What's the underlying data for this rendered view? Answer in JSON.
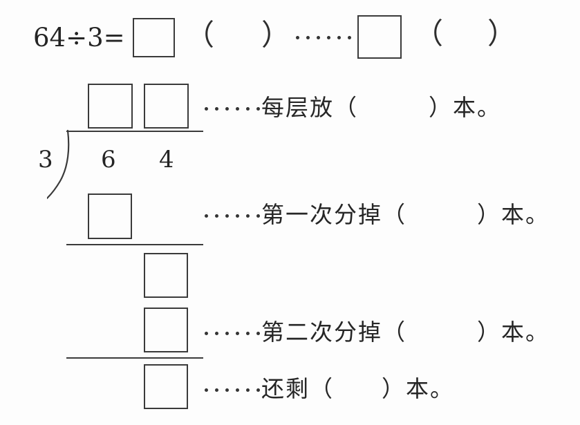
{
  "worksheet": {
    "subject": "long-division-with-remainder",
    "ink_color": "#2b2b2b",
    "paper_color": "#fdfdfd"
  },
  "equation": {
    "expression": "64÷3=",
    "dividend": "64",
    "divisor": "3",
    "operator_divide": "÷",
    "operator_equals": "=",
    "quotient_blank": "",
    "remainder_blank": "",
    "unit_paren_open": "（",
    "unit_paren_close": "）",
    "unit_blank_1": "",
    "unit_blank_2": "",
    "leader_dots": 6
  },
  "long_division": {
    "divisor": "3",
    "dividend_digits": [
      "6",
      "4"
    ],
    "quotient_boxes": [
      "",
      ""
    ],
    "first_subtraction_box": "",
    "bring_down_box": "",
    "second_subtraction_box": "",
    "remainder_box": ""
  },
  "annotations": [
    {
      "id": "per-layer",
      "leader_dots": 6,
      "text": "每层放（",
      "blank": "",
      "tail": "）本。"
    },
    {
      "id": "first-distribution",
      "leader_dots": 6,
      "text": "第一次分掉（",
      "blank": "",
      "tail": "）本。"
    },
    {
      "id": "second-distribution",
      "leader_dots": 6,
      "text": "第二次分掉（",
      "blank": "",
      "tail": "）本。"
    },
    {
      "id": "remainder",
      "leader_dots": 6,
      "text": "还剩（",
      "blank": "",
      "tail": "）本。"
    }
  ]
}
